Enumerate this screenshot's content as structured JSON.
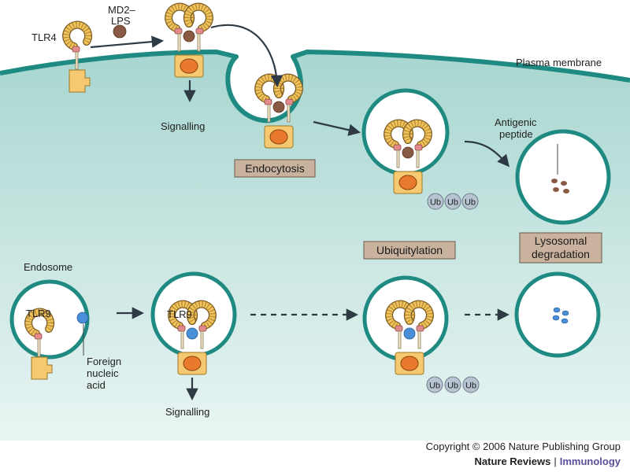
{
  "labels": {
    "tlr4": "TLR4",
    "md2_lps_line1": "MD2–",
    "md2_lps_line2": "LPS",
    "plasma_membrane": "Plasma membrane",
    "signalling_top": "Signalling",
    "endocytosis": "Endocytosis",
    "antigenic_line1": "Antigenic",
    "antigenic_line2": "peptide",
    "ubiquitylation": "Ubiquitylation",
    "lysosomal_line1": "Lysosomal",
    "lysosomal_line2": "degradation",
    "endosome": "Endosome",
    "tlr9_left": "TLR9",
    "tlr9_mid": "TLR9",
    "foreign_line1": "Foreign",
    "foreign_line2": "nucleic",
    "foreign_line3": "acid",
    "signalling_bottom": "Signalling",
    "ub": "Ub"
  },
  "footer": {
    "copyright": "Copyright © 2006 Nature Publishing Group",
    "journal": "Nature Reviews",
    "separator": "|",
    "subjournal": "Immunology"
  },
  "colors": {
    "cytoplasm": "#b9ddd8",
    "membrane": "#1f8a82",
    "receptor_yellow": "#f2c45a",
    "adaptor": "#f6c870",
    "adaptor_core": "#e97a2d",
    "lps": "#8a5a44",
    "nucleic_acid": "#4a90d9",
    "ub": "#b8c4d2",
    "label_box": "#c9b29e",
    "journal_sub": "#5e4d9a"
  }
}
